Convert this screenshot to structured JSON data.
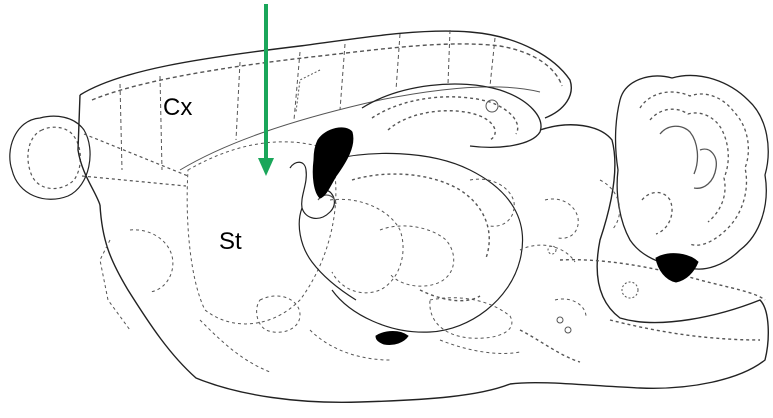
{
  "labels": {
    "cortex": "Cx",
    "striatum": "St"
  },
  "arrow": {
    "color": "#1aa65a",
    "direction": "down"
  },
  "colors": {
    "outline": "#222222",
    "region_lines": "#555555",
    "ventricle_fill": "#000000",
    "background": "#ffffff"
  }
}
